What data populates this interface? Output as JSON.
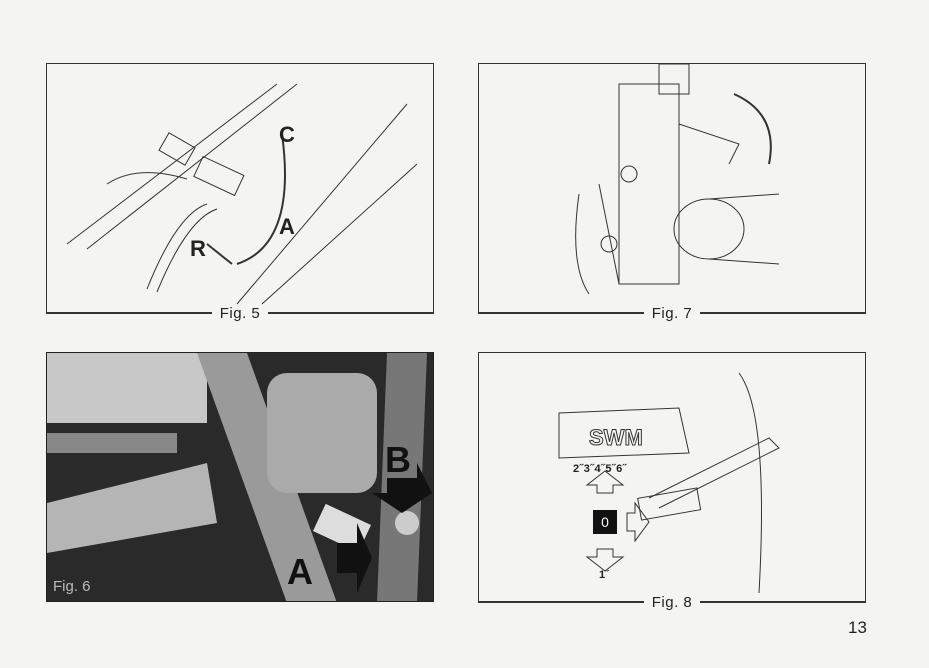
{
  "figures": {
    "fig5": {
      "caption": "Fig. 5",
      "labels": {
        "c": "C",
        "a": "A",
        "r": "R"
      }
    },
    "fig7": {
      "caption": "Fig. 7"
    },
    "fig6": {
      "caption": "Fig. 6",
      "labels": {
        "a": "A",
        "b": "B"
      }
    },
    "fig8": {
      "caption": "Fig. 8",
      "gears_up": "2˝3˝4˝5˝6˝",
      "neutral": "0",
      "gear_down": "1˝"
    }
  },
  "page_number": "13"
}
